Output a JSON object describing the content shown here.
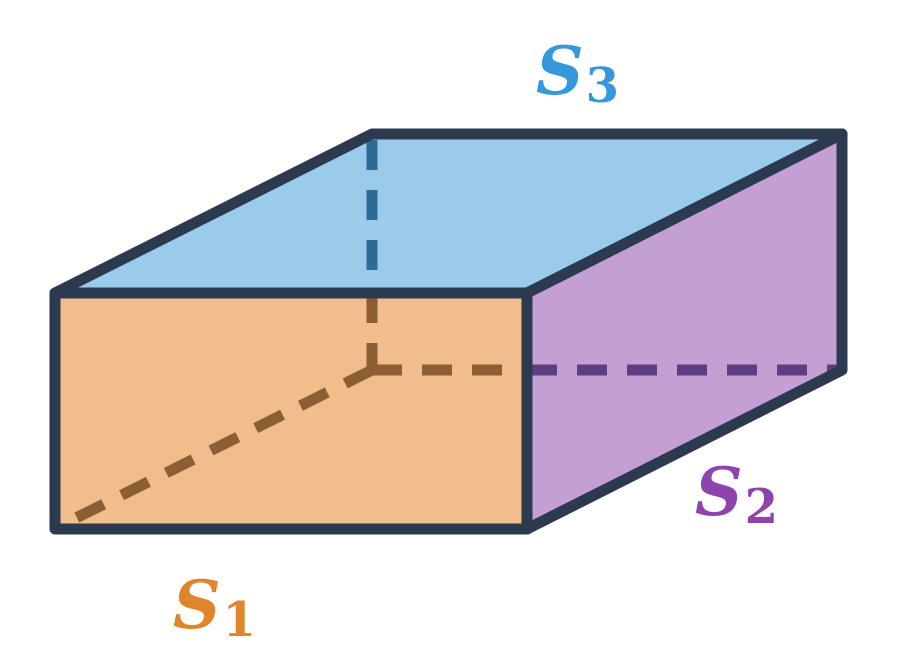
{
  "colors": {
    "outline": "#2b3a4f",
    "front_fill": "#f2bd8d",
    "top_fill": "#9bcbeb",
    "side_fill": "#c49fd4",
    "hidden_edge_front": "#8b5e34",
    "hidden_edge_top": "#2f6a96",
    "hidden_edge_side": "#5e3d80",
    "label_s1": "#e0852b",
    "label_s2": "#8e44ad",
    "label_s3": "#3498db",
    "background": "#ffffff"
  },
  "labels": {
    "s1": {
      "letter": "S",
      "subscript": "1"
    },
    "s2": {
      "letter": "S",
      "subscript": "2"
    },
    "s3": {
      "letter": "S",
      "subscript": "3"
    }
  }
}
